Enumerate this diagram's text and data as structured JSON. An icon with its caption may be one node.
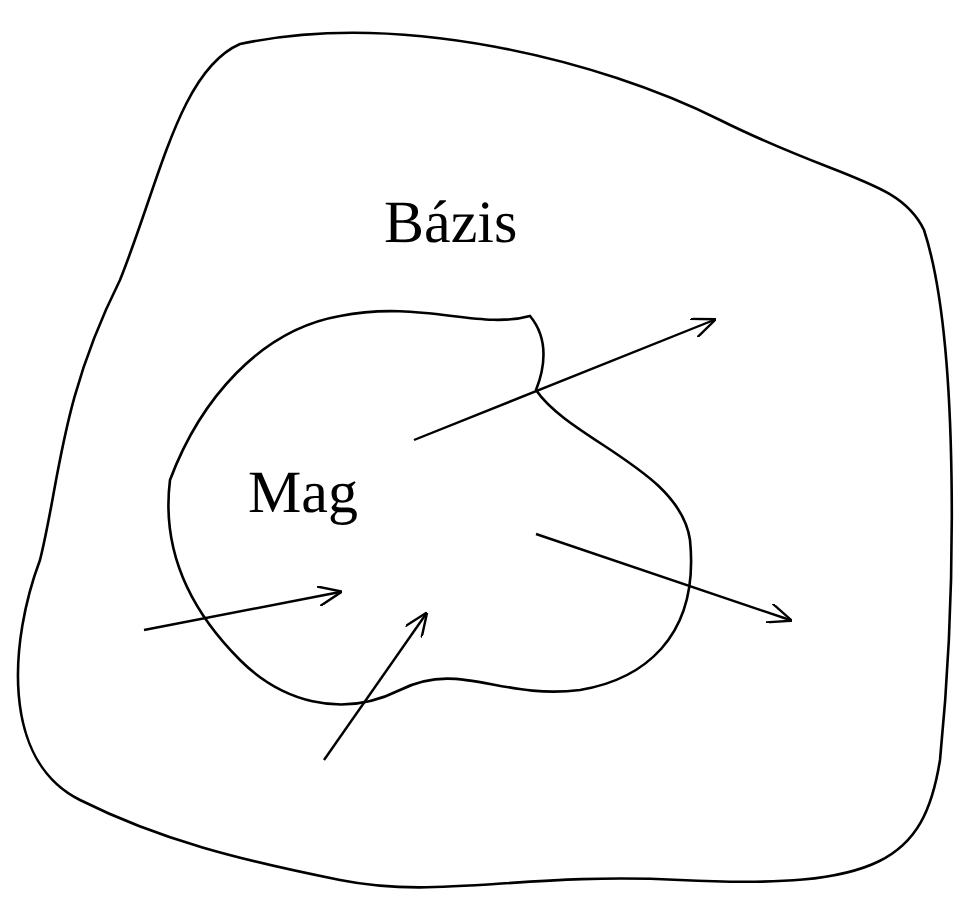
{
  "diagram": {
    "nodes": [
      {
        "text": [
          "Bázis"
        ]
      },
      {
        "text": [
          "Mag"
        ],
        "in": 0
      }
    ],
    "edges": [
      {
        "from": 1,
        "to": null,
        "arrow": "to"
      },
      {
        "from": 1,
        "to": null,
        "arrow": "to"
      },
      {
        "from": null,
        "to": 1,
        "arrow": "to"
      },
      {
        "from": null,
        "to": 1,
        "arrow": "to"
      }
    ]
  }
}
